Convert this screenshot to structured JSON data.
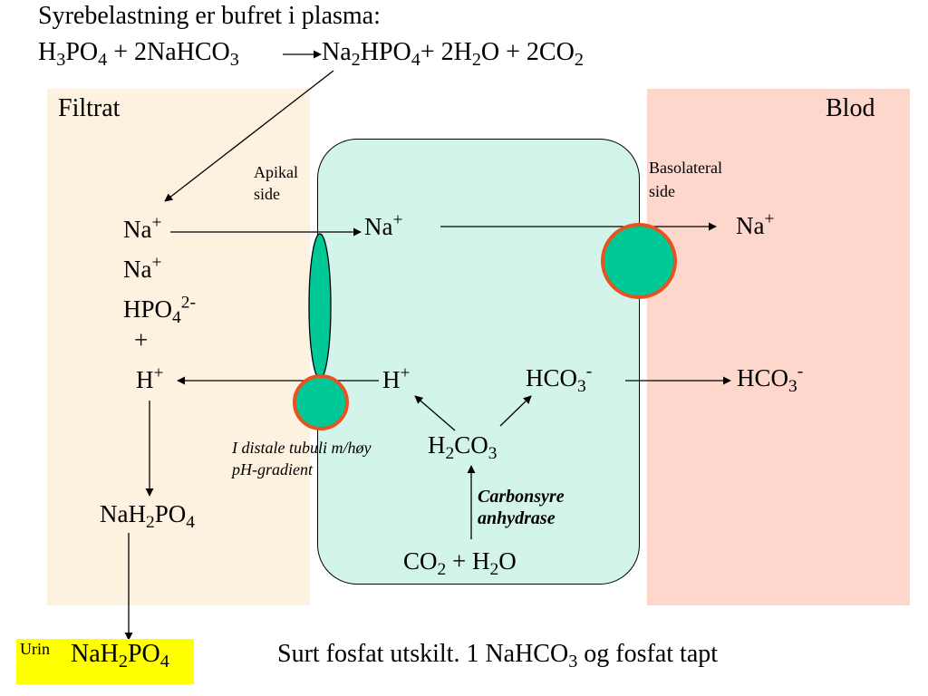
{
  "header": {
    "title": "Syrebelastning er bufret i plasma:",
    "equation": {
      "lhs": [
        "H",
        "3",
        "PO",
        "4",
        " + 2NaHCO",
        "3"
      ],
      "rhs": [
        "Na",
        "2",
        "HPO",
        "4",
        "+ 2H",
        "2",
        "O + 2CO",
        "2"
      ]
    }
  },
  "zones": {
    "filtrat": "Filtrat",
    "blod": "Blod",
    "colors": {
      "filtrat": "#fdf1df",
      "blod": "#fdd6cc",
      "cell": "#d3f4ea",
      "transporter_fill": "#00c896",
      "transporter_border": "#e8521e",
      "highlight": "#ffff00"
    }
  },
  "cell_labels": {
    "apikal": [
      "Apikal",
      "side"
    ],
    "basolateral": [
      "Basolateral",
      "side"
    ]
  },
  "filtrat_side": {
    "na1": [
      "Na",
      "+"
    ],
    "na2": [
      "Na",
      "+"
    ],
    "hpo4": [
      "HPO",
      "4",
      "2-"
    ],
    "plus": "+",
    "h": [
      "H",
      "+"
    ],
    "nah2po4": [
      "NaH",
      "2",
      "PO",
      "4"
    ],
    "note": [
      "I distale tubuli m/høy",
      "pH-gradient"
    ]
  },
  "cell_side": {
    "na": [
      "Na",
      "+"
    ],
    "h": [
      "H",
      "+"
    ],
    "hco3": [
      "HCO",
      "3",
      "-"
    ],
    "h2co3": [
      "H",
      "2",
      "CO",
      "3"
    ],
    "enzyme": [
      "Carbonsyre",
      "anhydrase"
    ],
    "co2h2o": [
      "CO",
      "2",
      " + H",
      "2",
      "O"
    ]
  },
  "blood_side": {
    "na": [
      "Na",
      "+"
    ],
    "hco3": [
      "HCO",
      "3",
      "-"
    ]
  },
  "urin": {
    "label": "Urin",
    "formula": [
      "NaH",
      "2",
      "PO",
      "4"
    ]
  },
  "footer": {
    "text": [
      "Surt fosfat utskilt. 1 NaHCO",
      "3",
      " og fosfat tapt"
    ]
  }
}
